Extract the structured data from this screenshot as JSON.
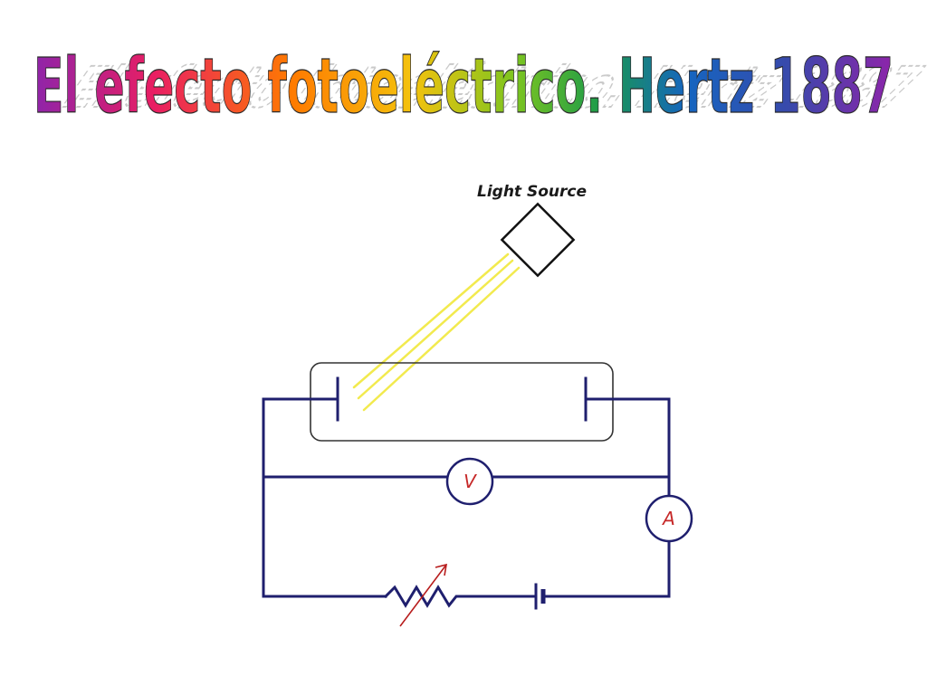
{
  "title": "El efecto fotoeléctrico. Hertz 1887",
  "diagram": {
    "light_source_label": "Light Source",
    "voltmeter_label": "V",
    "ammeter_label": "A"
  },
  "colors": {
    "wire": "#1f1f6e",
    "light_rays": "#f2ea4e",
    "meter_letters": "#c62828"
  },
  "chart_data": {
    "type": "diagram",
    "title": "El efecto fotoeléctrico. Hertz 1887",
    "nodes": [
      {
        "id": "light-source",
        "label": "Light Source"
      },
      {
        "id": "vacuum-tube",
        "label": ""
      },
      {
        "id": "emitter-plate",
        "label": ""
      },
      {
        "id": "collector-plate",
        "label": ""
      },
      {
        "id": "voltmeter",
        "label": "V"
      },
      {
        "id": "ammeter",
        "label": "A"
      },
      {
        "id": "variable-resistor",
        "label": ""
      },
      {
        "id": "battery",
        "label": ""
      }
    ],
    "edges": [
      {
        "from": "light-source",
        "to": "emitter-plate",
        "kind": "light"
      },
      {
        "from": "emitter-plate",
        "to": "voltmeter",
        "kind": "wire"
      },
      {
        "from": "voltmeter",
        "to": "collector-plate",
        "kind": "wire"
      },
      {
        "from": "collector-plate",
        "to": "ammeter",
        "kind": "wire"
      },
      {
        "from": "ammeter",
        "to": "battery",
        "kind": "wire"
      },
      {
        "from": "battery",
        "to": "variable-resistor",
        "kind": "wire"
      },
      {
        "from": "variable-resistor",
        "to": "emitter-plate",
        "kind": "wire"
      }
    ]
  }
}
